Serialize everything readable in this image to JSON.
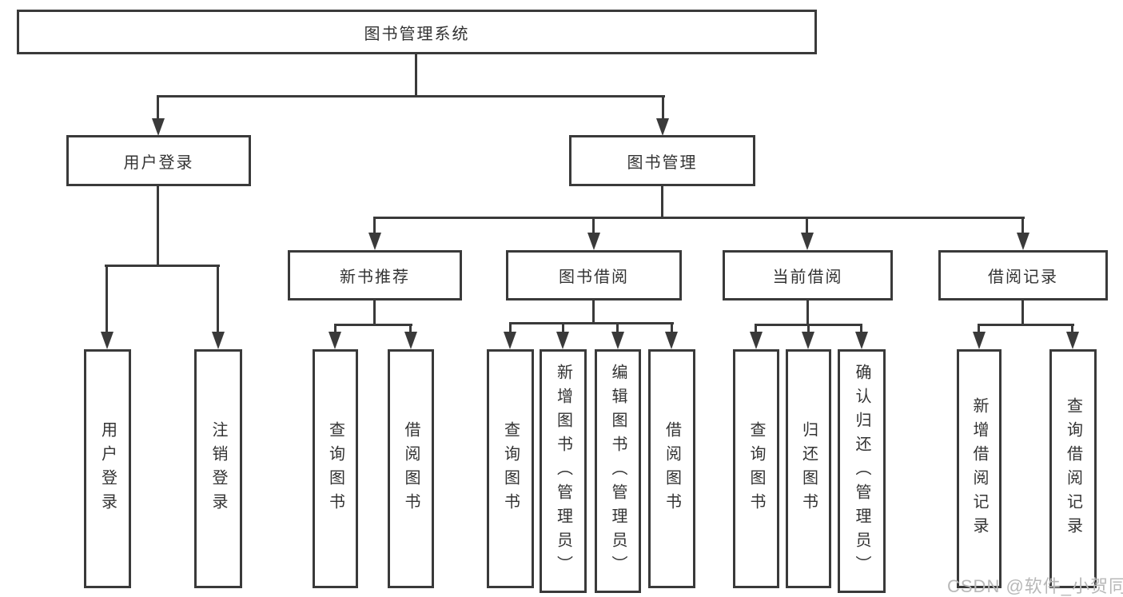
{
  "diagram": {
    "title_node": {
      "label": "图书管理系统"
    },
    "level2": [
      {
        "label": "用户登录"
      },
      {
        "label": "图书管理"
      }
    ],
    "level3": [
      {
        "label": "新书推荐"
      },
      {
        "label": "图书借阅"
      },
      {
        "label": "当前借阅"
      },
      {
        "label": "借阅记录"
      }
    ],
    "leaves": {
      "login": [
        "用户登录",
        "注销登录"
      ],
      "recommend": [
        "查询图书",
        "借阅图书"
      ],
      "borrow": [
        "查询图书",
        "新增图书（管理员）",
        "编辑图书（管理员）",
        "借阅图书"
      ],
      "current": [
        "查询图书",
        "归还图书",
        "确认归还（管理员）"
      ],
      "record": [
        "新增借阅记录",
        "查询借阅记录"
      ]
    }
  },
  "watermark": "CSDN @软件_小贺同学",
  "colors": {
    "line": "#3a3a3a",
    "text": "#333333",
    "watermark": "#b8b8b8",
    "background": "#ffffff"
  }
}
